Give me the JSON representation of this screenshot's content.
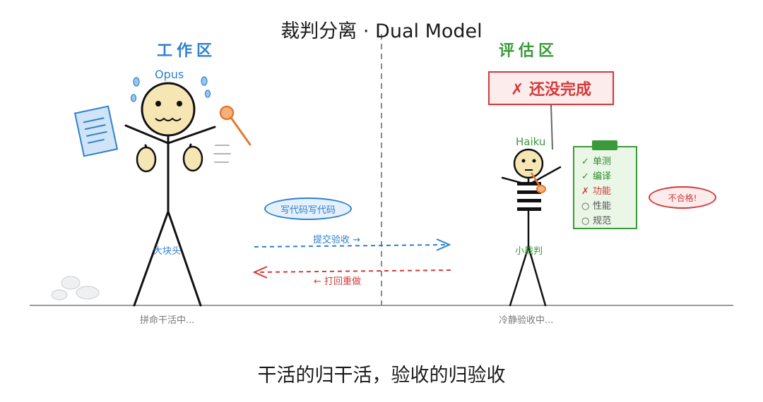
{
  "title": "裁判分离 · Dual Model",
  "zones": {
    "work": "工作区",
    "eval": "评估区"
  },
  "work_agent": {
    "name": "Opus",
    "body_label": "大块头",
    "speech": "写代码写代码",
    "status": "拼命干活中..."
  },
  "eval_agent": {
    "name": "Haiku",
    "body_label": "小裁判",
    "verdict": "✗ 还没完成",
    "status": "冷静验收中...",
    "fail_badge": "不合格!",
    "checklist": [
      {
        "mark": "✓",
        "label": "单测",
        "state": "pass"
      },
      {
        "mark": "✓",
        "label": "编译",
        "state": "pass"
      },
      {
        "mark": "✗",
        "label": "功能",
        "state": "fail"
      },
      {
        "mark": "○",
        "label": "性能",
        "state": "pending"
      },
      {
        "mark": "○",
        "label": "规范",
        "state": "pending"
      }
    ]
  },
  "arrows": {
    "submit": "提交验收 →",
    "reject": "← 打回重做"
  },
  "footer": "干活的归干活，验收的归验收",
  "colors": {
    "work_blue": "#2f7fd0",
    "eval_green": "#3a9a3a",
    "reject_red": "#d33a3a"
  }
}
